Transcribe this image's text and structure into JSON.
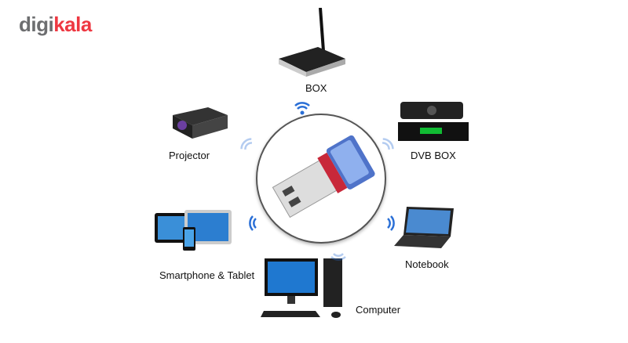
{
  "logo": {
    "part1": "digi",
    "part2": "kala"
  },
  "labels": {
    "box": "BOX",
    "projector": "Projector",
    "dvb_box": "DVB BOX",
    "smartphone_tablet": "Smartphone & Tablet",
    "notebook": "Notebook",
    "computer": "Computer"
  },
  "colors": {
    "wifi": "#2a6fd6",
    "logo_gray": "#6d6e70",
    "logo_red": "#ee3842"
  }
}
